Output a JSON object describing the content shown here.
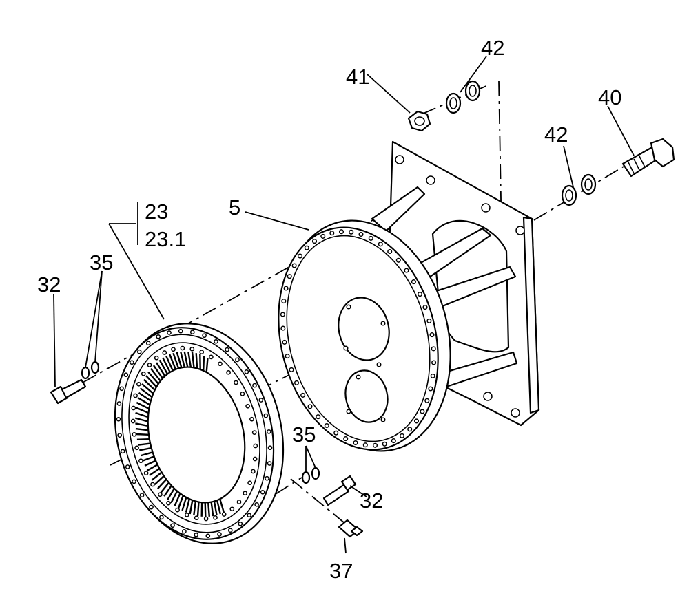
{
  "callouts": {
    "c5": "5",
    "c23": "23",
    "c23_1": "23.1",
    "c32_left": "32",
    "c32_right": "32",
    "c35_left": "35",
    "c35_right": "35",
    "c37": "37",
    "c40": "40",
    "c41": "41",
    "c42_top": "42",
    "c42_right": "42"
  },
  "colors": {
    "ink": "#000000",
    "paper": "#ffffff"
  }
}
